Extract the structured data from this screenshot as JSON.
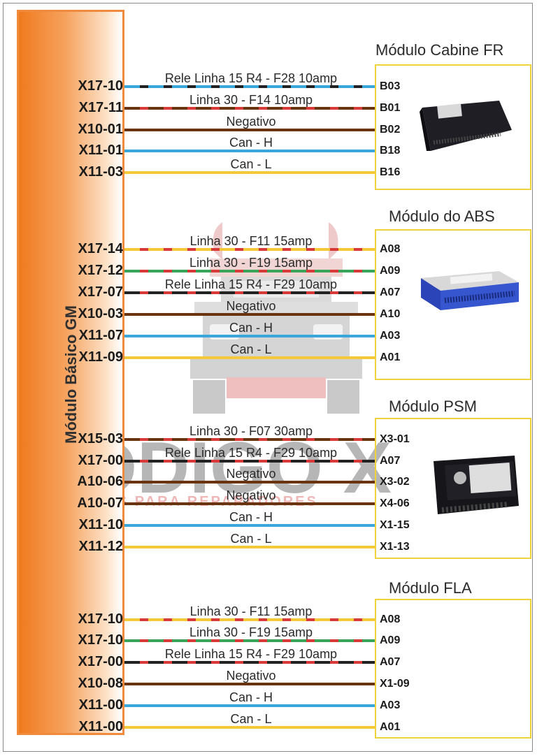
{
  "left_module": {
    "title": "Módulo Básico GM"
  },
  "watermark": {
    "brand": "CÓDIGO X",
    "tagline": "SOLUÇÕES PARA REPARADORES"
  },
  "colors": {
    "accent_orange": "#f07a1e",
    "box_border": "#f0d23a",
    "wire_brown": "#6b3410",
    "wire_blue": "#3aa7dc",
    "wire_yellow": "#f3c93a",
    "wire_red": "#d83a3a",
    "wire_green": "#3aa55a",
    "wire_black": "#222222"
  },
  "modules": [
    {
      "title": "Módulo Cabine FR",
      "device_icon": "cabin-fr-module-icon",
      "connections": [
        {
          "left_pin": "X17-10",
          "label": "Rele Linha 15 R4 - F28 10amp",
          "right_pin": "B03",
          "wire": "blue-black"
        },
        {
          "left_pin": "X17-11",
          "label": "Linha 30 - F14 10amp",
          "right_pin": "B01",
          "wire": "red-brown"
        },
        {
          "left_pin": "X10-01",
          "label": "Negativo",
          "right_pin": "B02",
          "wire": "brown"
        },
        {
          "left_pin": "X11-01",
          "label": "Can - H",
          "right_pin": "B18",
          "wire": "blue"
        },
        {
          "left_pin": "X11-03",
          "label": "Can - L",
          "right_pin": "B16",
          "wire": "yellow"
        }
      ]
    },
    {
      "title": "Módulo do ABS",
      "device_icon": "abs-module-icon",
      "connections": [
        {
          "left_pin": "X17-14",
          "label": "Linha 30 - F11 15amp",
          "right_pin": "A08",
          "wire": "red-yellow"
        },
        {
          "left_pin": "X17-12",
          "label": "Linha 30 - F19 15amp",
          "right_pin": "A09",
          "wire": "red-green"
        },
        {
          "left_pin": "X17-07",
          "label": "Rele Linha 15 R4 - F29 10amp",
          "right_pin": "A07",
          "wire": "red-black"
        },
        {
          "left_pin": "X10-03",
          "label": "Negativo",
          "right_pin": "A10",
          "wire": "brown"
        },
        {
          "left_pin": "X11-07",
          "label": "Can - H",
          "right_pin": "A03",
          "wire": "blue"
        },
        {
          "left_pin": "X11-09",
          "label": "Can - L",
          "right_pin": "A01",
          "wire": "yellow"
        }
      ]
    },
    {
      "title": "Módulo PSM",
      "device_icon": "psm-module-icon",
      "connections": [
        {
          "left_pin": "X15-03",
          "label": "Linha 30 - F07 30amp",
          "right_pin": "X3-01",
          "wire": "red-brown"
        },
        {
          "left_pin": "X17-00",
          "label": "Rele Linha 15 R4 - F29 10amp",
          "right_pin": "A07",
          "wire": "red-black"
        },
        {
          "left_pin": "A10-06",
          "label": "Negativo",
          "right_pin": "X3-02",
          "wire": "brown"
        },
        {
          "left_pin": "A10-07",
          "label": "Negativo",
          "right_pin": "X4-06",
          "wire": "brown"
        },
        {
          "left_pin": "X11-10",
          "label": "Can - H",
          "right_pin": "X1-15",
          "wire": "blue"
        },
        {
          "left_pin": "X11-12",
          "label": "Can - L",
          "right_pin": "X1-13",
          "wire": "yellow"
        }
      ]
    },
    {
      "title": "Módulo FLA",
      "device_icon": "fla-module-icon",
      "connections": [
        {
          "left_pin": "X17-10",
          "label": "Linha 30 - F11 15amp",
          "right_pin": "A08",
          "wire": "red-yellow"
        },
        {
          "left_pin": "X17-10",
          "label": "Linha 30 - F19 15amp",
          "right_pin": "A09",
          "wire": "red-green"
        },
        {
          "left_pin": "X17-00",
          "label": "Rele Linha 15 R4 - F29 10amp",
          "right_pin": "A07",
          "wire": "red-black"
        },
        {
          "left_pin": "X10-08",
          "label": "Negativo",
          "right_pin": "X1-09",
          "wire": "brown"
        },
        {
          "left_pin": "X11-00",
          "label": "Can - H",
          "right_pin": "A03",
          "wire": "blue"
        },
        {
          "left_pin": "X11-00",
          "label": "Can - L",
          "right_pin": "A01",
          "wire": "yellow"
        }
      ]
    }
  ]
}
